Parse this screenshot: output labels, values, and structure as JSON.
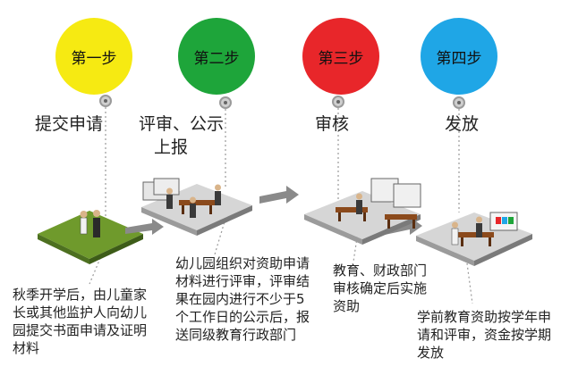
{
  "steps": [
    {
      "label": "第一步",
      "color": "#f6ea12",
      "title": "提交申请",
      "desc": "秋季开学后，由儿童家长或其他监护人向幼儿园提交书面申请及证明材料"
    },
    {
      "label": "第二步",
      "color": "#1ea53a",
      "title_line1": "评审、公示",
      "title_line2": "上报",
      "desc": "幼儿园组织对资助申请材料进行评审，评审结果在园内进行不少于5个工作日的公示后，报送同级教育行政部门"
    },
    {
      "label": "第三步",
      "color": "#e8262a",
      "title": "审核",
      "desc": "教育、财政部门审核确定后实施资助"
    },
    {
      "label": "第四步",
      "color": "#1fa6e6",
      "title": "发放",
      "desc": "学前教育资助按学年申请和评审，资金按学期发放"
    }
  ]
}
